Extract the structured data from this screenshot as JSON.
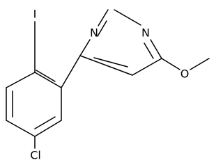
{
  "structure": {
    "atoms": {
      "iodine": "I",
      "nitrogen_1": "N",
      "nitrogen_3": "N",
      "oxygen": "O",
      "chlorine": "Cl"
    }
  },
  "colors": {
    "bond": "#000000",
    "label": "#000000",
    "background": "#ffffff"
  }
}
